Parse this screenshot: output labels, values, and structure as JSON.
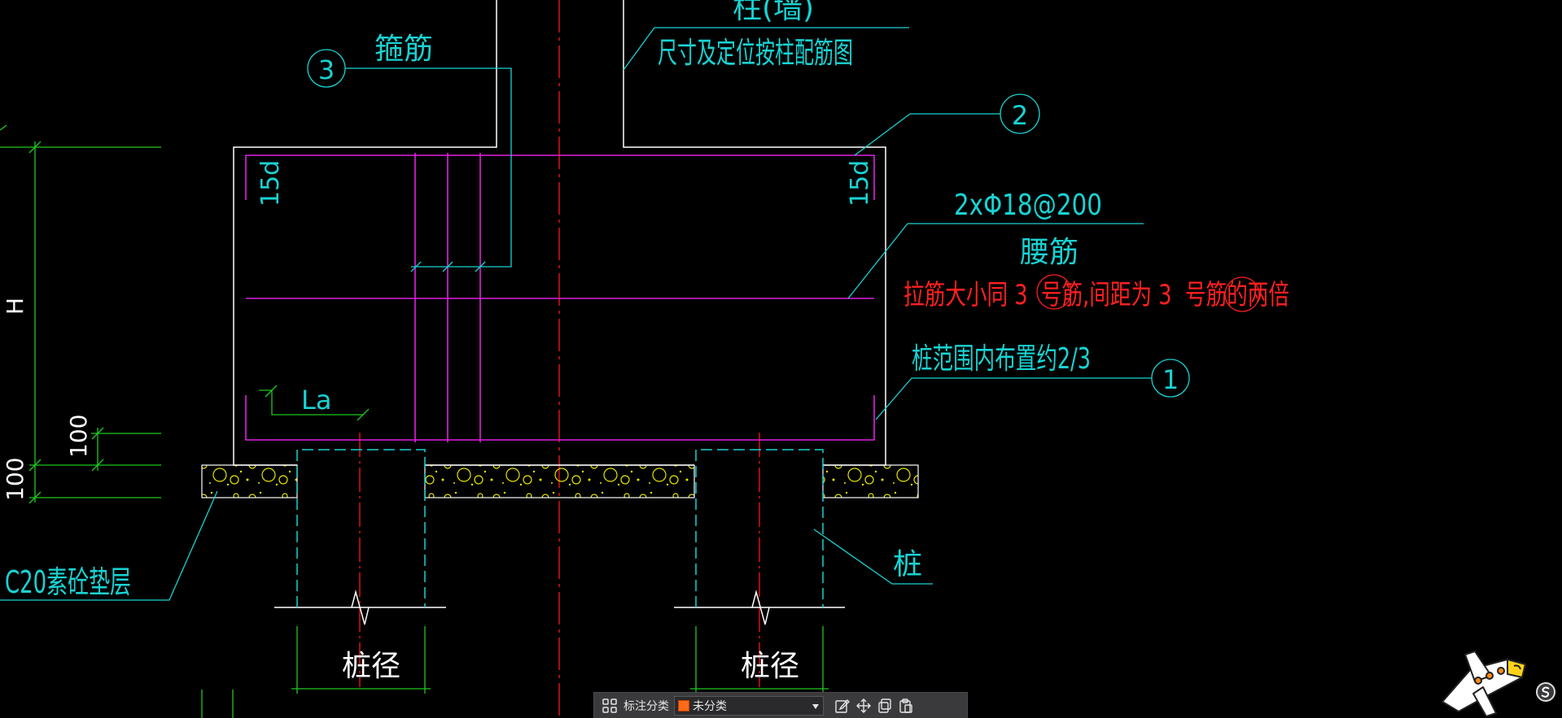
{
  "drawing": {
    "column_label": "柱(墙)",
    "column_note": "尺寸及定位按柱配筋图",
    "stirrup_label": "箍筋",
    "callout_3": "3",
    "callout_2": "2",
    "callout_1": "1",
    "anchor_left": "15d",
    "anchor_right": "15d",
    "waist_bar_spec": "2xΦ18@200",
    "waist_bar_label": "腰筋",
    "tie_bar_note": "拉筋大小同 3  号筋,间距为 3  号筋的两倍",
    "pile_range_note": "桩范围内布置约2/3",
    "anchorage_label": "La",
    "height_label": "H",
    "dim_100_a": "100",
    "dim_100_b": "100",
    "cushion_label": "C20素砼垫层",
    "pile_label": "桩",
    "pile_dia_left": "桩径",
    "pile_dia_right": "桩径"
  },
  "toolbar": {
    "category_label": "标注分类",
    "category_value": "未分类",
    "category_color": "#ff6a1a"
  },
  "colors": {
    "background": "#000000",
    "concrete_outline": "#ffffff",
    "rebar": "#e020e0",
    "annotation": "#19d3d3",
    "dimension": "#1ec81e",
    "centerline": "#e01010",
    "aggregate": "#e6e600",
    "note_red": "#ff2020"
  }
}
